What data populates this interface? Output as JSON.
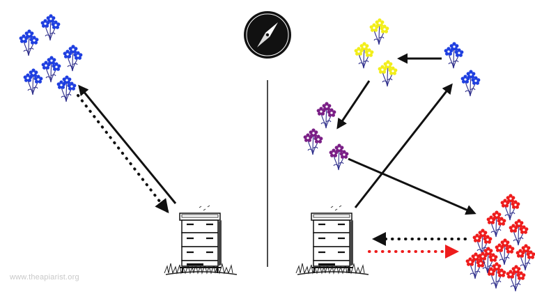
{
  "credit": "www.theapiarist.org",
  "icons": {
    "compass": "compass-icon",
    "hive": "beehive-icon",
    "flower_cluster": "flower-cluster-icon"
  },
  "colors": {
    "blue": "#1f3fe0",
    "yellow": "#f2ee1a",
    "purple": "#7a1f86",
    "red": "#ee1c1c",
    "stem": "#2c2c8a",
    "ink": "#111111"
  },
  "left_panel": {
    "flowers": [
      "blue"
    ],
    "route": [
      "hive",
      "blue",
      "hive"
    ]
  },
  "right_panel": {
    "flowers": [
      "blue",
      "yellow",
      "purple",
      "red"
    ],
    "route": [
      "hive",
      "blue",
      "yellow",
      "purple",
      "red",
      "hive"
    ]
  }
}
